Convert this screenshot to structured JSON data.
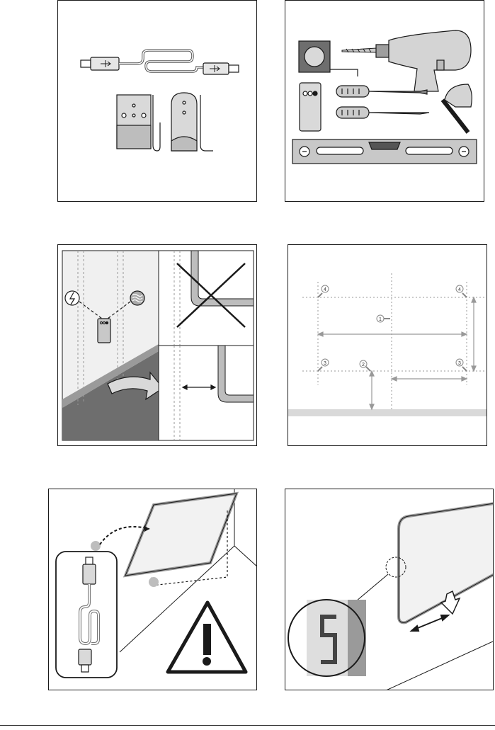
{
  "panels": [
    {
      "title": "",
      "illustration": "usb-cable-and-wall-brackets"
    },
    {
      "title": "",
      "illustration": "installation-tools"
    },
    {
      "title": "",
      "illustration": "wall-check-cables-and-clearance"
    },
    {
      "title": "",
      "illustration": "drilling-template-measurements"
    },
    {
      "title": "",
      "illustration": "connect-usb-cable-warning"
    },
    {
      "title": "",
      "illustration": "hang-panel-on-brackets"
    }
  ],
  "markers": {
    "m1": "1",
    "m2": "2",
    "m3": "3",
    "m4": "4"
  },
  "colors": {
    "line": "#1a1a1a",
    "device": "#b5b5b5",
    "panel_face": "#f2f2f2",
    "floor_dark": "#707070",
    "dim_line": "#999999"
  }
}
